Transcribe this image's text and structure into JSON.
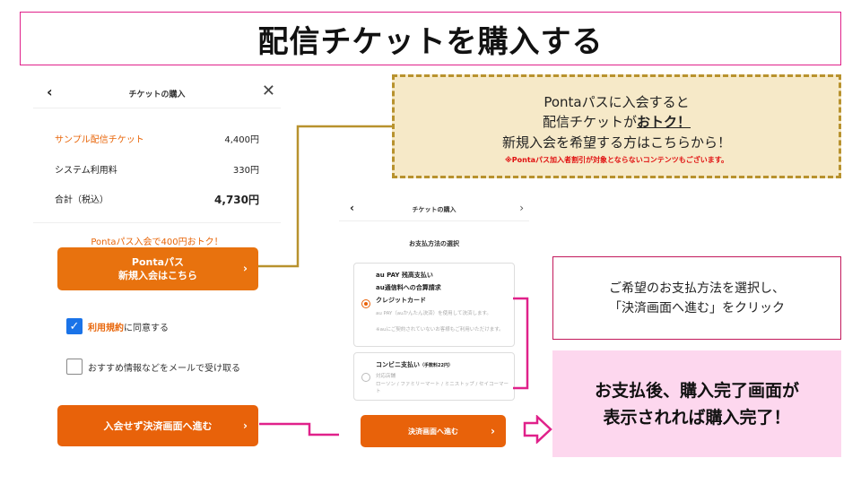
{
  "title": "配信チケットを購入する",
  "left_screen": {
    "header_title": "チケットの購入",
    "back_icon": "‹",
    "close_icon": "✕",
    "rows": [
      {
        "label": "サンプル配信チケット",
        "value": "4,400円"
      },
      {
        "label": "システム利用料",
        "value": "330円"
      },
      {
        "label": "合計（税込）",
        "value": "4,730円"
      }
    ],
    "promo_text": "Pontaパス入会で400円おトク！",
    "ponta_button": {
      "line1": "Pontaパス",
      "line2": "新規入会はこちら"
    },
    "terms_check": {
      "link": "利用規約",
      "rest": "に同意する",
      "checked": true
    },
    "email_check": {
      "label": "おすすめ情報などをメールで受け取る",
      "checked": false
    },
    "proceed_button": "入会せず決済画面へ進む"
  },
  "callout": {
    "line1": "Pontaパスに入会すると",
    "line2_prefix": "配信チケットが",
    "line2_emph": "おトク！",
    "line3": "新規入会を希望する方はこちらから！",
    "note": "※Pontaパス加入者割引が対象とならないコンテンツもございます。"
  },
  "middle_screen": {
    "header_title": "チケットの購入",
    "section_title": "お支払方法の選択",
    "option1": {
      "line1": "au PAY 残高支払い",
      "line2": "au通信料への合算請求",
      "line3": "クレジットカード",
      "sub1": "au PAY（auかんたん決済）を使用して決済します。",
      "sub2": "※auにご契約されていないお客様もご利用いただけます。"
    },
    "option2": {
      "title": "コンビニ支払い",
      "fee": "（手数料22円）",
      "sub1": "対応店舗",
      "sub2": "ローソン / ファミリーマート / ミニストップ / セイコーマート"
    },
    "settle_button": "決済画面へ進む"
  },
  "instruction": {
    "line1": "ご希望のお支払方法を選択し、",
    "line2": "「決済画面へ進む」をクリック"
  },
  "completion": {
    "line1": "お支払後、購入完了画面が",
    "line2": "表示されれば購入完了！"
  },
  "colors": {
    "accent": "#e8720e",
    "magenta": "#e0218a",
    "gold": "#b8922e",
    "pink_bg": "#fdd7ee"
  }
}
